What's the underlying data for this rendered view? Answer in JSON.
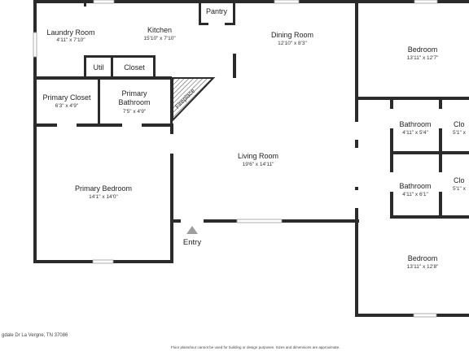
{
  "rooms": {
    "laundry": {
      "name": "Laundry Room",
      "dims": "4'11\" x 7'10\""
    },
    "kitchen": {
      "name": "Kitchen",
      "dims": "15'10\" x 7'10\""
    },
    "pantry": {
      "name": "Pantry"
    },
    "dining": {
      "name": "Dining Room",
      "dims": "12'10\" x 8'3\""
    },
    "bedroom_top": {
      "name": "Bedroom",
      "dims": "13'11\" x 12'7\""
    },
    "util": {
      "name": "Util"
    },
    "closet": {
      "name": "Closet"
    },
    "primary_closet": {
      "name": "Primary Closet",
      "dims": "6'3\" x 4'9\""
    },
    "primary_bath": {
      "name1": "Primary",
      "name2": "Bathroom",
      "dims": "7'5\" x 4'9\""
    },
    "fireplace": {
      "name": "Fireplace"
    },
    "bathroom1": {
      "name": "Bathroom",
      "dims": "4'11\" x 5'4\""
    },
    "closet_r1": {
      "name": "Clo",
      "dims": "5'1\" x"
    },
    "living": {
      "name": "Living Room",
      "dims": "19'6\" x 14'11\""
    },
    "primary_bed": {
      "name": "Primary Bedroom",
      "dims": "14'1\" x 14'0\""
    },
    "bathroom2": {
      "name": "Bathroom",
      "dims": "4'11\" x 6'1\""
    },
    "closet_r2": {
      "name": "Clo",
      "dims": "5'1\" x"
    },
    "bedroom_bottom": {
      "name": "Bedroom",
      "dims": "13'11\" x 12'8\""
    },
    "entry": {
      "name": "Entry"
    }
  },
  "footer": {
    "address": "gdale Dr La Vergne, TN 37086",
    "disclaimer": "Floor plans/tour cannot be used for building or design purposes. Sizes and dimensions are approximate."
  },
  "colors": {
    "wall": "#2b2b2b",
    "background": "#ffffff",
    "entry_marker": "#9e9e9e"
  }
}
